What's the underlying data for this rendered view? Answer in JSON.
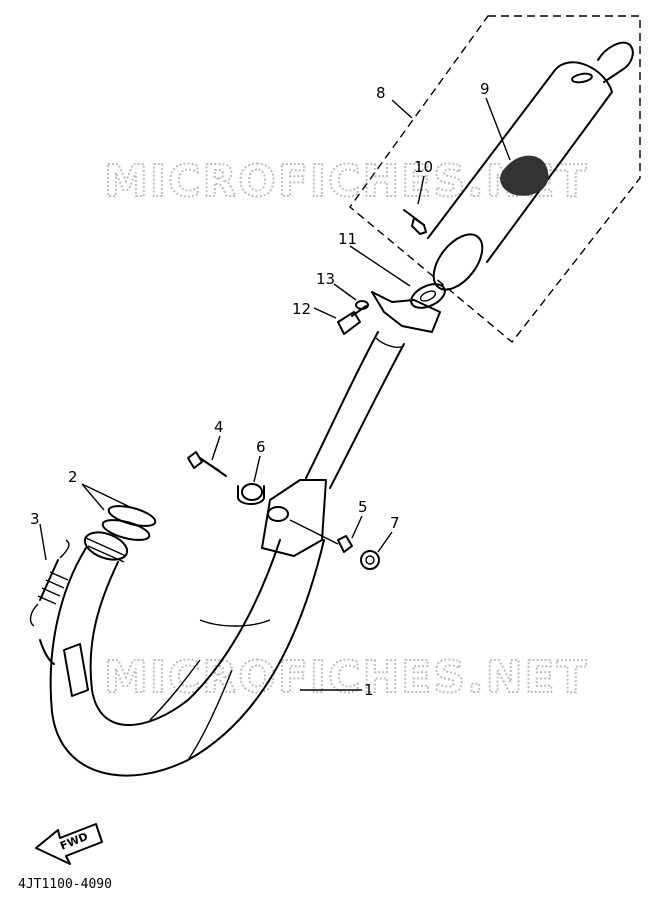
{
  "watermark": "MICROFICHES.NET",
  "diagram_code": "4JT1100-4090",
  "fwd_label": "FWD",
  "callouts": [
    {
      "id": "1",
      "part": "exhaust-pipe"
    },
    {
      "id": "2",
      "part": "gaskets"
    },
    {
      "id": "3",
      "part": "spring"
    },
    {
      "id": "4",
      "part": "bolt"
    },
    {
      "id": "5",
      "part": "bolt"
    },
    {
      "id": "6",
      "part": "damper"
    },
    {
      "id": "7",
      "part": "nut"
    },
    {
      "id": "8",
      "part": "silencer-assembly"
    },
    {
      "id": "9",
      "part": "silencer"
    },
    {
      "id": "10",
      "part": "rivet"
    },
    {
      "id": "11",
      "part": "gasket"
    },
    {
      "id": "12",
      "part": "bolt"
    },
    {
      "id": "13",
      "part": "washer"
    }
  ]
}
